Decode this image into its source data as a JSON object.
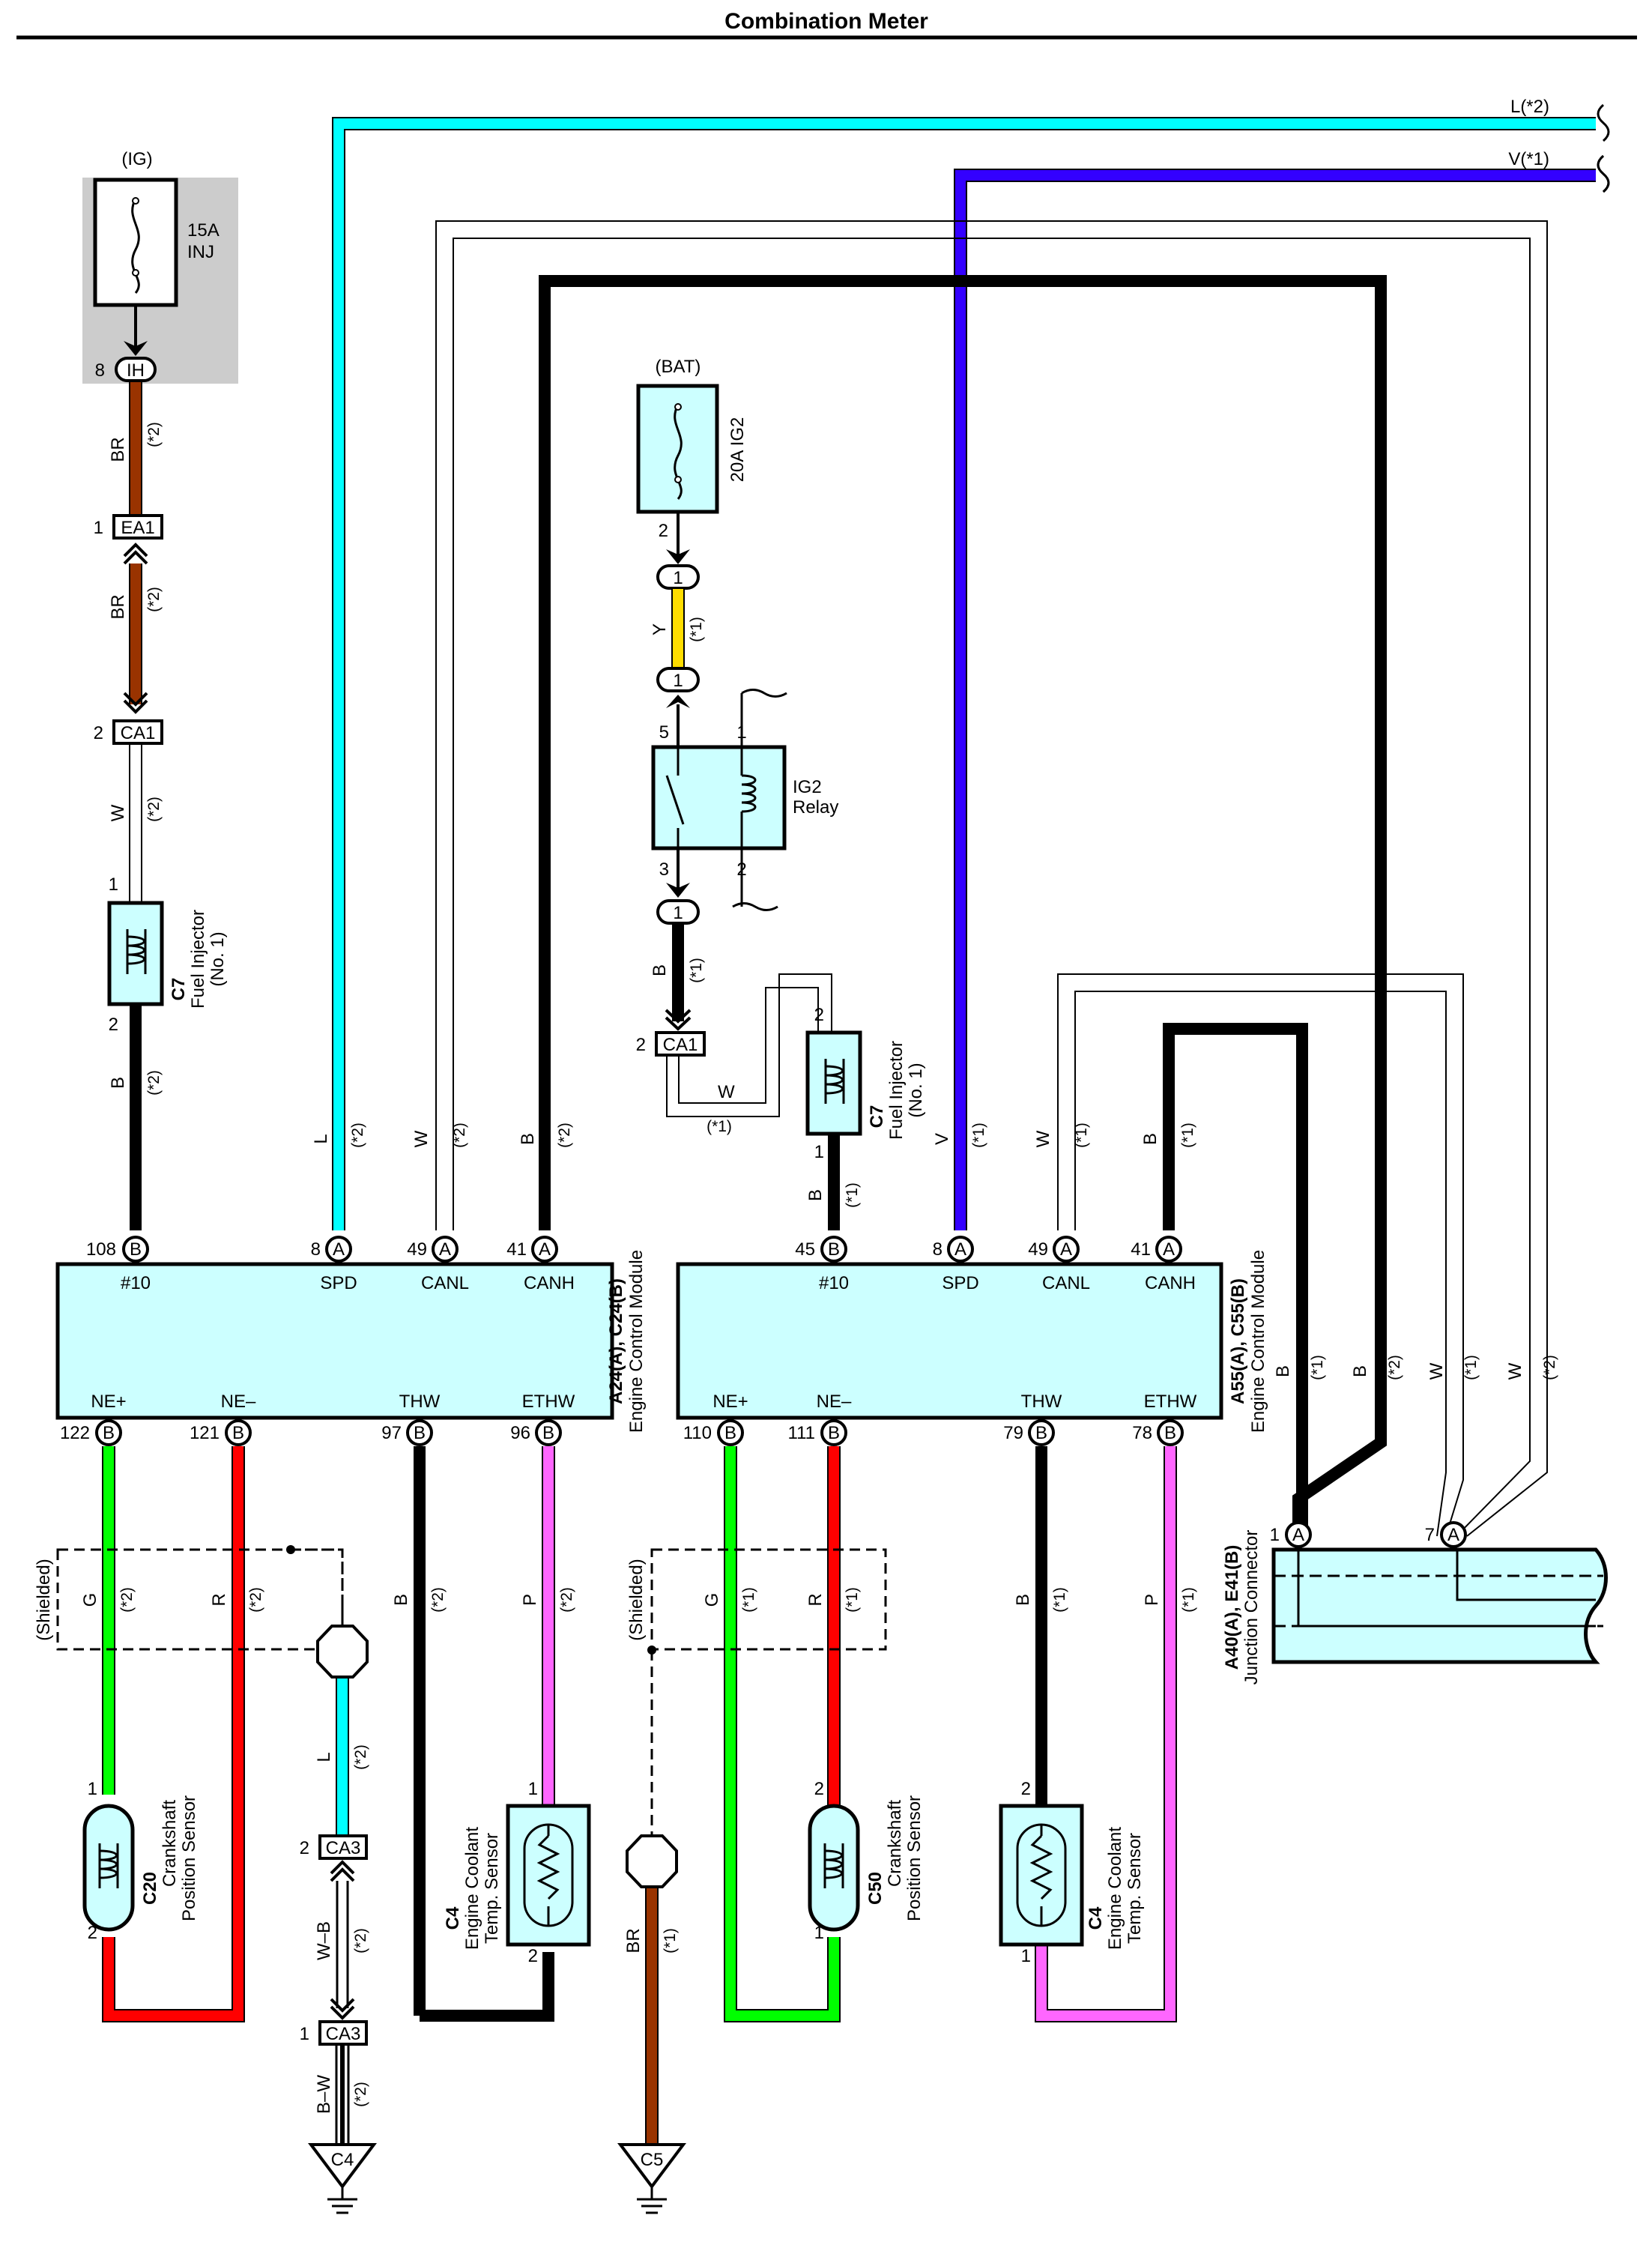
{
  "title": "Combination Meter",
  "colors": {
    "L": "#00ffff",
    "V": "#3300ff",
    "BR": "#993300",
    "B": "#000000",
    "W": "#ffffff",
    "Y": "#ffdd00",
    "G": "#00ff00",
    "R": "#ff0000",
    "P": "#ff66ff",
    "comp": "#ccffff",
    "fusebg": "#cccccc"
  },
  "markers": {
    "s1": "(*1)",
    "s2": "(*2)"
  },
  "edge_wires": {
    "L": "L(*2)",
    "V": "V(*1)"
  },
  "fuses": {
    "inj": {
      "source": "(IG)",
      "rating": "15A",
      "name": "INJ",
      "pin": "8",
      "connector": "IH"
    },
    "ig2": {
      "source": "(BAT)",
      "label": "20A IG2",
      "pin": "2",
      "connector": "1"
    }
  },
  "relay": {
    "name": "IG2",
    "type": "Relay",
    "pins": [
      "5",
      "1",
      "3",
      "2"
    ],
    "connector_top": "1",
    "connector_bottom": "1"
  },
  "connectors": {
    "ea1": {
      "pin": "1",
      "name": "EA1"
    },
    "ca1_left": {
      "pin": "2",
      "name": "CA1"
    },
    "ca1_mid": {
      "pin": "2",
      "name": "CA1"
    },
    "ca3_top": {
      "pin": "2",
      "name": "CA3"
    },
    "ca3_bot": {
      "pin": "1",
      "name": "CA3"
    }
  },
  "wire_labels": {
    "br": "BR",
    "w": "W",
    "b": "B",
    "l": "L",
    "v": "V",
    "y": "Y",
    "g": "G",
    "r": "R",
    "p": "P",
    "wb": "W–B",
    "bw": "B–W"
  },
  "injectors": [
    {
      "id": "C7",
      "line1": "Fuel Injector",
      "line2": "(No. 1)",
      "pin_top": "1",
      "pin_bot": "2"
    },
    {
      "id": "C7",
      "line1": "Fuel Injector",
      "line2": "(No. 1)",
      "pin_top": "2",
      "pin_bot": "1"
    }
  ],
  "ecm_left": {
    "id": "A24(A), C24(B)",
    "name": "Engine Control Module",
    "top_pins": [
      {
        "num": "108",
        "conn": "B",
        "label": "#10"
      },
      {
        "num": "8",
        "conn": "A",
        "label": "SPD"
      },
      {
        "num": "49",
        "conn": "A",
        "label": "CANL"
      },
      {
        "num": "41",
        "conn": "A",
        "label": "CANH"
      }
    ],
    "bottom_pins": [
      {
        "num": "122",
        "conn": "B",
        "label": "NE+"
      },
      {
        "num": "121",
        "conn": "B",
        "label": "NE–"
      },
      {
        "num": "97",
        "conn": "B",
        "label": "THW"
      },
      {
        "num": "96",
        "conn": "B",
        "label": "ETHW"
      }
    ]
  },
  "ecm_right": {
    "id": "A55(A), C55(B)",
    "name": "Engine Control Module",
    "top_pins": [
      {
        "num": "45",
        "conn": "B",
        "label": "#10"
      },
      {
        "num": "8",
        "conn": "A",
        "label": "SPD"
      },
      {
        "num": "49",
        "conn": "A",
        "label": "CANL"
      },
      {
        "num": "41",
        "conn": "A",
        "label": "CANH"
      }
    ],
    "bottom_pins": [
      {
        "num": "110",
        "conn": "B",
        "label": "NE+"
      },
      {
        "num": "111",
        "conn": "B",
        "label": "NE–"
      },
      {
        "num": "79",
        "conn": "B",
        "label": "THW"
      },
      {
        "num": "78",
        "conn": "B",
        "label": "ETHW"
      }
    ]
  },
  "junction": {
    "id": "A40(A), E41(B)",
    "name": "Junction Connector",
    "pins": [
      {
        "num": "1",
        "conn": "A"
      },
      {
        "num": "7",
        "conn": "A"
      }
    ]
  },
  "shielded": "(Shielded)",
  "sensors": {
    "c20": {
      "id": "C20",
      "line1": "Crankshaft",
      "line2": "Position Sensor",
      "pin_top": "1",
      "pin_bot": "2"
    },
    "c4_left": {
      "id": "C4",
      "line1": "Engine Coolant",
      "line2": "Temp. Sensor",
      "pin_top": "1",
      "pin_bot": "2"
    },
    "c50": {
      "id": "C50",
      "line1": "Crankshaft",
      "line2": "Position Sensor",
      "pin_top": "2",
      "pin_bot": "1"
    },
    "c4_right": {
      "id": "C4",
      "line1": "Engine Coolant",
      "line2": "Temp. Sensor",
      "pin_top": "2",
      "pin_bot": "1"
    }
  },
  "grounds": {
    "left": "C4",
    "right": "C5"
  }
}
